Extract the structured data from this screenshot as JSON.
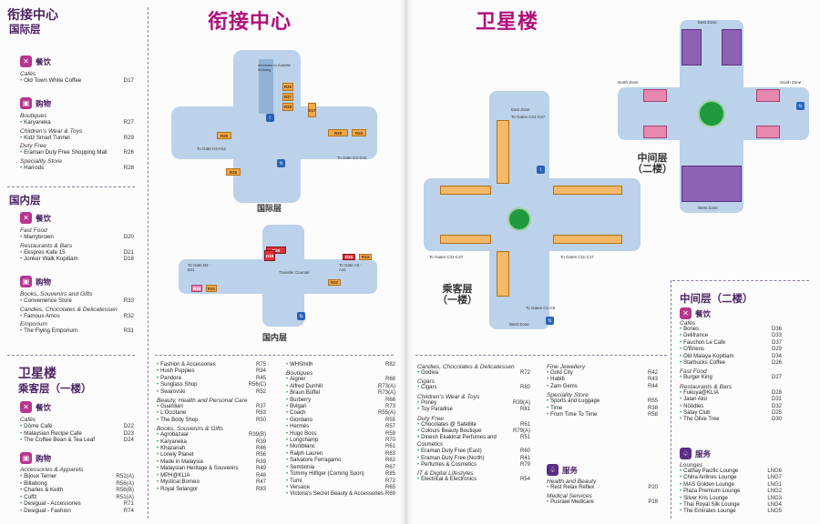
{
  "left_titles": {
    "main": "衔接中心",
    "maps": {
      "international": "国际层",
      "domestic": "国内层"
    }
  },
  "left_panel": {
    "title": "衔接中心",
    "international": {
      "heading": "国际层",
      "dining_label": "餐饮",
      "dining": [
        {
          "sub": "Cafés",
          "items": [
            {
              "name": "Old Town White Coffee",
              "code": "D17"
            }
          ]
        }
      ],
      "shopping_label": "购物",
      "shopping": [
        {
          "sub": "Boutiques",
          "items": [
            {
              "name": "Karyaneka",
              "code": "R27"
            }
          ]
        },
        {
          "sub": "Children's Wear & Toys",
          "items": [
            {
              "name": "Kidz Smart Tunnel",
              "code": "R29"
            }
          ]
        },
        {
          "sub": "Duty Free",
          "items": [
            {
              "name": "Eraman Duty Free Shopping Mall",
              "code": "R26"
            }
          ]
        },
        {
          "sub": "Speciality Store",
          "items": [
            {
              "name": "Harrods",
              "code": "R28"
            }
          ]
        }
      ]
    },
    "domestic": {
      "heading": "国内层",
      "dining_label": "餐饮",
      "dining": [
        {
          "sub": "Fast Food",
          "items": [
            {
              "name": "Marrybrown",
              "code": "D20"
            }
          ]
        },
        {
          "sub": "Restaurants & Bars",
          "items": [
            {
              "name": "Ekspres Kafe 15",
              "code": "D21"
            },
            {
              "name": "Jonker Walk Kopitiam",
              "code": "D18"
            }
          ]
        }
      ],
      "shopping_label": "购物",
      "shopping": [
        {
          "sub": "Books, Souvenirs and Gifts",
          "items": [
            {
              "name": "Convenience Store",
              "code": "R33"
            }
          ]
        },
        {
          "sub": "Candies, Chocolates & Delicatessen",
          "items": [
            {
              "name": "Famous Amos",
              "code": "R32"
            }
          ]
        },
        {
          "sub": "Emporium",
          "items": [
            {
              "name": "The Flying Emporium",
              "code": "R31"
            }
          ]
        }
      ]
    }
  },
  "satellite_panel": {
    "title": "卫星楼",
    "departure": "乘客层（一楼）",
    "dining_label": "餐饮",
    "dining": [
      {
        "sub": "Cafés",
        "items": [
          {
            "name": "Dôme Café",
            "code": "D22"
          },
          {
            "name": "Malaysian Recipe Cafe",
            "code": "D23"
          },
          {
            "name": "The Coffee Bean & Tea Leaf",
            "code": "D24"
          }
        ]
      }
    ],
    "shopping_label": "购物",
    "shopping": [
      {
        "sub": "Accessories & Apparels",
        "items": [
          {
            "name": "Bijoux Terner",
            "code": "R52(A)"
          },
          {
            "name": "Billabong",
            "code": "R56(A)"
          },
          {
            "name": "Charles & Keith",
            "code": "R56(B)"
          },
          {
            "name": "Cuffz",
            "code": "R51(A)"
          },
          {
            "name": "Desigual - Accessories",
            "code": "R71"
          },
          {
            "name": "Desigual - Fashion",
            "code": "R74"
          }
        ]
      }
    ]
  },
  "bottom_mid": {
    "col1": [
      {
        "sub": "",
        "items": [
          {
            "name": "Fashion & Accessories",
            "code": "R75"
          },
          {
            "name": "Hush Puppies",
            "code": "R34"
          },
          {
            "name": "Pandora",
            "code": "R45"
          },
          {
            "name": "Sunglass Shop",
            "code": "R56(C)"
          },
          {
            "name": "Swarovski",
            "code": "R52"
          }
        ]
      },
      {
        "sub": "Beauty, Health and Personal Care",
        "items": [
          {
            "name": "Guardian",
            "code": "R37"
          },
          {
            "name": "L'Occitane",
            "code": "R53"
          },
          {
            "name": "The Body Shop",
            "code": "R50"
          }
        ]
      },
      {
        "sub": "Books, Souvenirs & Gifts",
        "items": [
          {
            "name": "Agrobazaar",
            "code": "R39(B)"
          },
          {
            "name": "Karyaneka",
            "code": "R39"
          },
          {
            "name": "Khazanah",
            "code": "R46"
          },
          {
            "name": "Lonely Planet",
            "code": "R56"
          },
          {
            "name": "Made in Malaysia",
            "code": "R39"
          },
          {
            "name": "Malaysian Heritage & Souvenirs",
            "code": "R49"
          },
          {
            "name": "MPH@KLIA",
            "code": "R48"
          },
          {
            "name": "Mystical Borneo",
            "code": "R47"
          },
          {
            "name": "Royal Selangor",
            "code": "R83"
          }
        ]
      }
    ],
    "col2": [
      {
        "sub": "",
        "items": [
          {
            "name": "WHSmith",
            "code": "R82"
          }
        ]
      },
      {
        "sub": "Boutiques",
        "items": [
          {
            "name": "Aigner",
            "code": "R68"
          },
          {
            "name": "Alfred Dunhill",
            "code": "R73(A)"
          },
          {
            "name": "Braun Büffel",
            "code": "R73(A)"
          },
          {
            "name": "Burberry",
            "code": "R66"
          },
          {
            "name": "Bvlgari",
            "code": "R73"
          },
          {
            "name": "Coach",
            "code": "R55(A)"
          },
          {
            "name": "Giordano",
            "code": "R55"
          },
          {
            "name": "Hermès",
            "code": "R57"
          },
          {
            "name": "Hugo Boss",
            "code": "R59"
          },
          {
            "name": "Longchamp",
            "code": "R70"
          },
          {
            "name": "Montblanc",
            "code": "R61"
          },
          {
            "name": "Ralph Lauren",
            "code": "R63"
          },
          {
            "name": "Salvatore Ferragamo",
            "code": "R62"
          },
          {
            "name": "Sembonia",
            "code": "R67"
          },
          {
            "name": "Tommy Hilfiger (Coming Soon)",
            "code": "R85"
          },
          {
            "name": "Tumi",
            "code": "R72"
          },
          {
            "name": "Versace",
            "code": "R65"
          },
          {
            "name": "Victoria's Secret Beauty & Accessories",
            "code": "R69"
          }
        ]
      }
    ]
  },
  "right_titles": {
    "main": "卫星楼",
    "departure_map": "乘客层\n（一楼）",
    "mezz_map": "中间层\n（二楼）"
  },
  "bottom_right": {
    "col1": [
      {
        "sub": "Candies, Chocolates & Delicatessen",
        "items": [
          {
            "name": "Godiva",
            "code": "R72"
          }
        ]
      },
      {
        "sub": "Cigars",
        "items": [
          {
            "name": "Cigars",
            "code": "R80"
          }
        ]
      },
      {
        "sub": "Children's Wear & Toys",
        "items": [
          {
            "name": "Poney",
            "code": "R39(A)"
          },
          {
            "name": "Toy Paradise",
            "code": "R81"
          }
        ]
      },
      {
        "sub": "Duty Free",
        "items": [
          {
            "name": "Chocolates @ Satellite",
            "code": "R61"
          },
          {
            "name": "Colours Beauty Boutique",
            "code": "R79(A)"
          },
          {
            "name": "Dinesh Ekakkrat Perfumes and Cosmetics",
            "code": "R51"
          },
          {
            "name": "Eraman Duty Free (East)",
            "code": "R60"
          },
          {
            "name": "Eraman Duty Free (North)",
            "code": "R41"
          },
          {
            "name": "Perfumes & Cosmetics",
            "code": "R79"
          }
        ]
      },
      {
        "sub": "IT & Digital Lifestyles",
        "items": [
          {
            "name": "Electrical & Electronics",
            "code": "R54"
          }
        ]
      }
    ],
    "col2": [
      {
        "sub": "Fine Jewellery",
        "items": [
          {
            "name": "Gold City",
            "code": "R42"
          },
          {
            "name": "Habib",
            "code": "R43"
          },
          {
            "name": "Zam Gems",
            "code": "R44"
          }
        ]
      },
      {
        "sub": "Speciality Store",
        "items": [
          {
            "name": "Sports and Luggage",
            "code": "R55"
          },
          {
            "name": "Time",
            "code": "R38"
          },
          {
            "name": "From Time To Time",
            "code": "R58"
          }
        ]
      }
    ],
    "services_label": "服务",
    "services": [
      {
        "sub": "Health and Beauty",
        "items": [
          {
            "name": "Rest Relax Reflex",
            "code": "P20"
          }
        ]
      },
      {
        "sub": "Medical Services",
        "items": [
          {
            "name": "Pusrawi Medicare",
            "code": "P18"
          }
        ]
      }
    ]
  },
  "mezzanine_panel": {
    "heading": "中间层（二楼）",
    "dining_label": "餐饮",
    "dining": [
      {
        "sub": "Cafés",
        "items": [
          {
            "name": "Bones",
            "code": "D36"
          },
          {
            "name": "Delifrance",
            "code": "D33"
          },
          {
            "name": "Fauchon Le Cafe",
            "code": "D37"
          },
          {
            "name": "O'Briens",
            "code": "D29"
          },
          {
            "name": "Old Malaya Kopitiam",
            "code": "D34"
          },
          {
            "name": "Starbucks Coffee",
            "code": "D26"
          }
        ]
      },
      {
        "sub": "Fast Food",
        "items": [
          {
            "name": "Burger King",
            "code": "D27"
          }
        ]
      },
      {
        "sub": "Restaurants & Bars",
        "items": [
          {
            "name": "Fukuya@KLIA",
            "code": "D28"
          },
          {
            "name": "Jalan Alor",
            "code": "D31"
          },
          {
            "name": "Nöödles",
            "code": "D32"
          },
          {
            "name": "Satay Club",
            "code": "D25"
          },
          {
            "name": "The Olive Tree",
            "code": "D30"
          }
        ]
      }
    ],
    "services_label": "服务",
    "services": [
      {
        "sub": "Lounges",
        "items": [
          {
            "name": "Cathay Pacific Lounge",
            "code": "LNG6"
          },
          {
            "name": "China Airlines Lounge",
            "code": "LNG7"
          },
          {
            "name": "MAS Golden Lounge",
            "code": "LNG1"
          },
          {
            "name": "Plaza Premium Lounge",
            "code": "LNG2"
          },
          {
            "name": "Silver Kris Lounge",
            "code": "LNG3"
          },
          {
            "name": "Thai Royal Silk Lounge",
            "code": "LNG4"
          },
          {
            "name": "The Emirates Lounge",
            "code": "LNG5"
          }
        ]
      }
    ]
  },
  "map_labels": {
    "aerotrain": "Aerotrain to Satellite Building",
    "gate_h": "To Gate H2-H11",
    "gate_g": "To Gate G2-G11",
    "gate_b": "To Gate B2 - B11",
    "gate_a": "To Gate A2 - A11",
    "transfer": "Transfer Counter",
    "east_zone": "East Zone",
    "west_zone": "West Zone",
    "north_zone": "North Zone",
    "south_zone": "South Zone",
    "gates_c21": "To Gates C21-C27",
    "gates_c31": "To Gates C31-C37",
    "gates_c11": "To Gates C11-C17",
    "gates_c1": "To Gates C1-C6"
  },
  "shop_codes": {
    "intl": [
      "R26",
      "R27",
      "R28",
      "R29",
      "R26",
      "R26",
      "R26",
      "D17"
    ],
    "dom": [
      "D20",
      "D18",
      "R31",
      "R30",
      "D21",
      "R33",
      "R32"
    ]
  },
  "colors": {
    "title": "#b0107a",
    "heading": "#4b2463",
    "dining_icon": "#b5368f",
    "service_icon": "#5b2d86",
    "bullet": "#2e9a48"
  },
  "icons": {
    "dining": "fork-knife-icon",
    "shopping": "shopping-bag-icon",
    "services": "service-bell-icon"
  }
}
